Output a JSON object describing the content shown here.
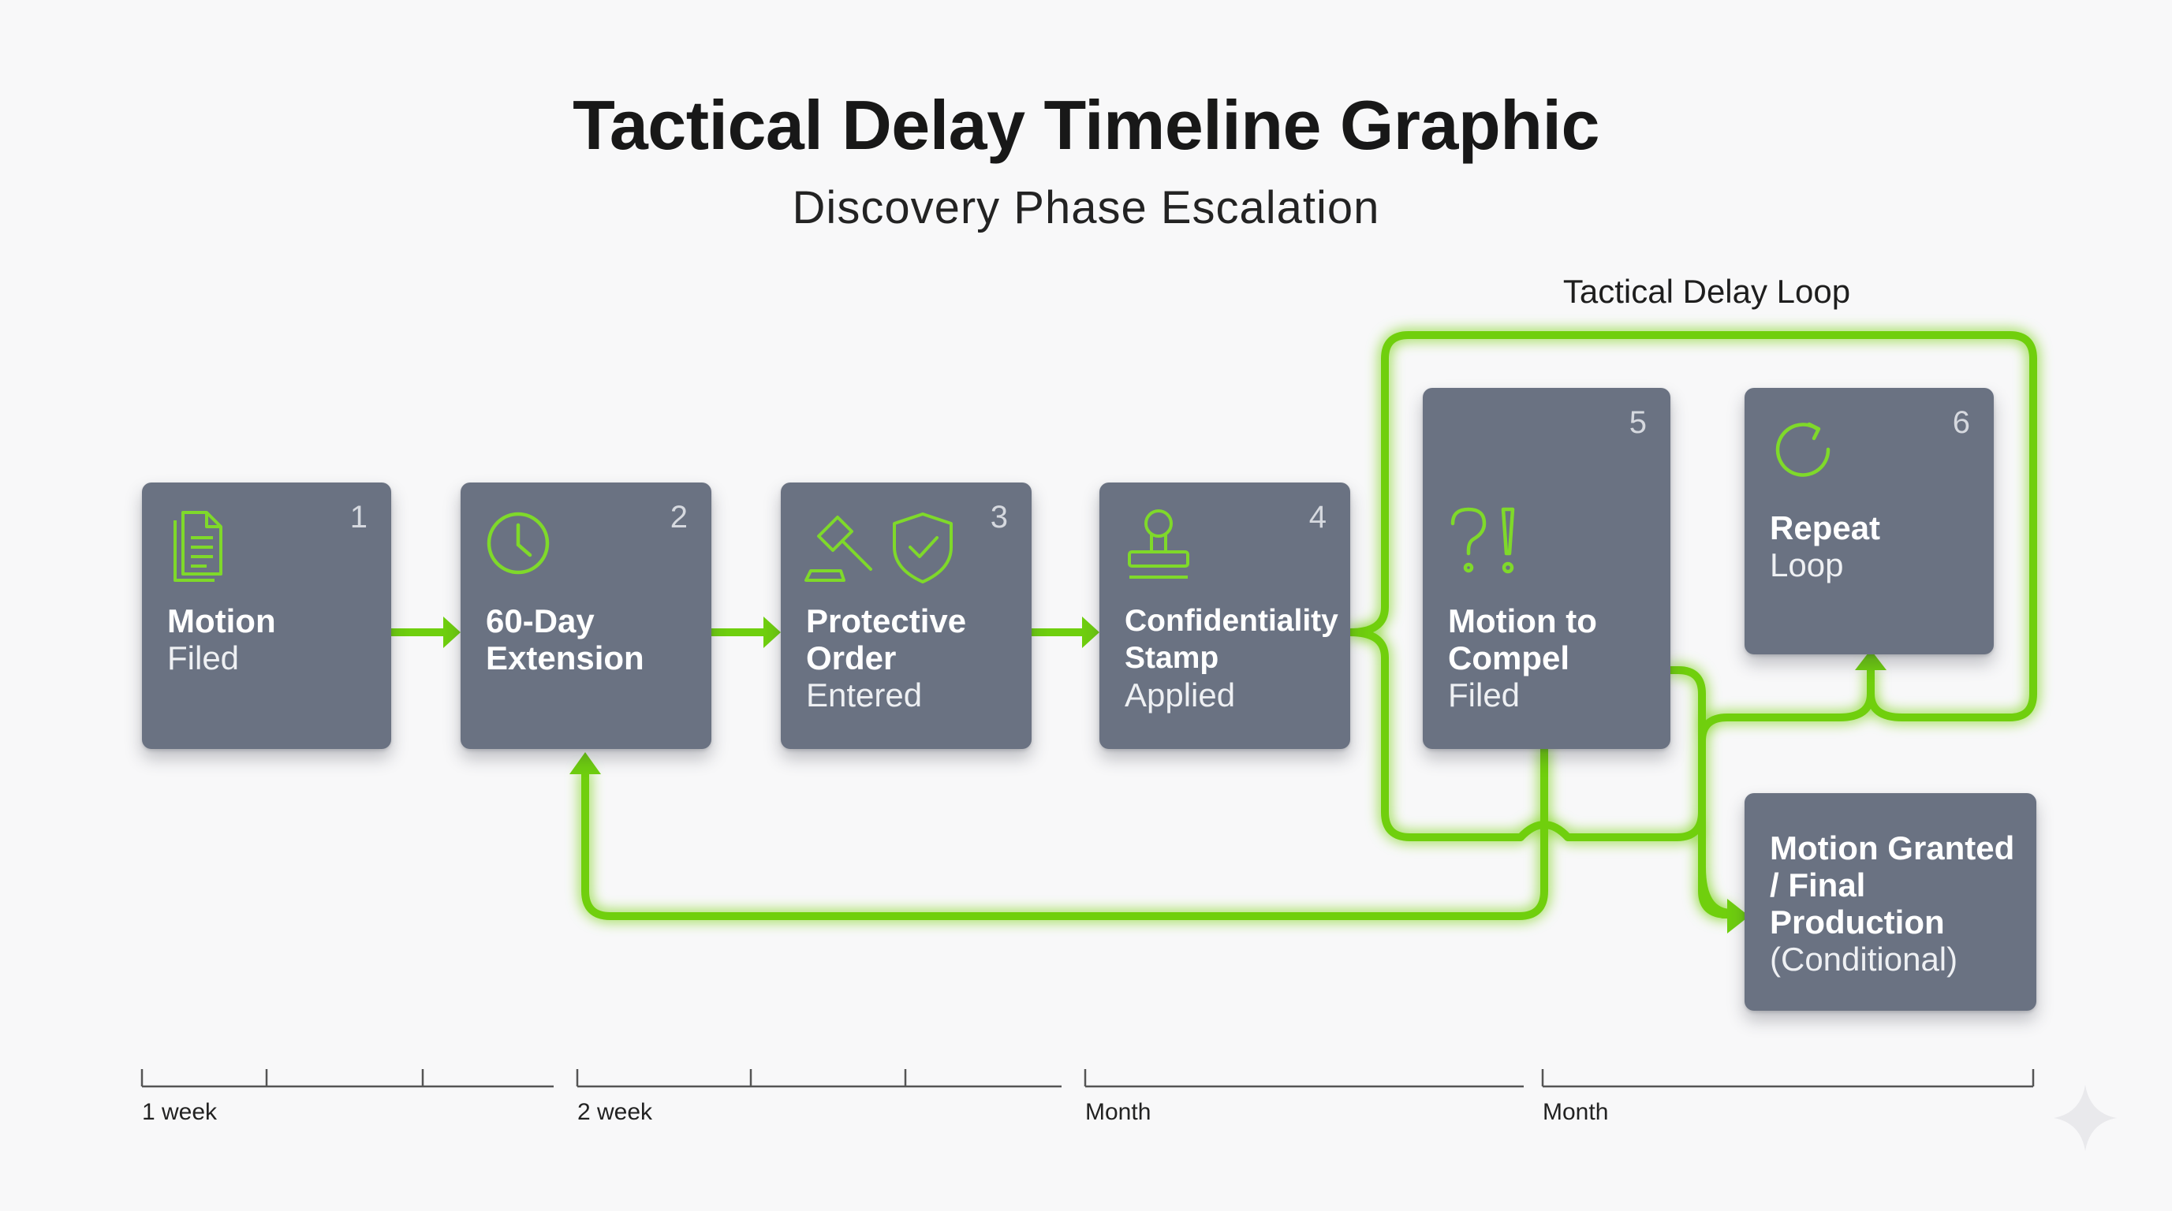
{
  "title": "Tactical Delay Timeline Graphic",
  "subtitle": "Discovery Phase Escalation",
  "loop_label": "Tactical Delay Loop",
  "accent_color": "#6fcf0f",
  "card_color": "#6a7282",
  "steps": [
    {
      "number": "1",
      "icon": "document-icon",
      "bold": "Motion",
      "normal": "Filed"
    },
    {
      "number": "2",
      "icon": "clock-icon",
      "bold": "60-Day Extension",
      "normal": ""
    },
    {
      "number": "3",
      "icon": "gavel-shield-icon",
      "bold": "Protective Order",
      "normal": "Entered"
    },
    {
      "number": "4",
      "icon": "stamp-icon",
      "bold": "Confidentiality Stamp",
      "normal": "Applied"
    },
    {
      "number": "5",
      "icon": "question-exclamation-icon",
      "bold": "Motion to Compel",
      "normal": "Filed"
    },
    {
      "number": "6",
      "icon": "refresh-icon",
      "bold": "Repeat",
      "normal": "Loop"
    }
  ],
  "final": {
    "bold": "Motion Granted / Final Production",
    "normal": "(Conditional)"
  },
  "timeline": [
    "1 week",
    "2 week",
    "Month",
    "Month"
  ]
}
